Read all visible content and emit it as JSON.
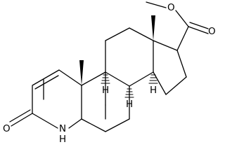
{
  "molecule": {
    "atoms": {
      "nitrogen": "N",
      "nitrogen_hydrogen": "H",
      "carbonyl_oxygen": "O",
      "ester_carbonyl_oxygen": "O",
      "ester_ether_oxygen": "O",
      "stereo_hydrogen_c8": "H",
      "stereo_hydrogen_c9": "H",
      "stereo_hydrogen_c14": "H"
    }
  }
}
